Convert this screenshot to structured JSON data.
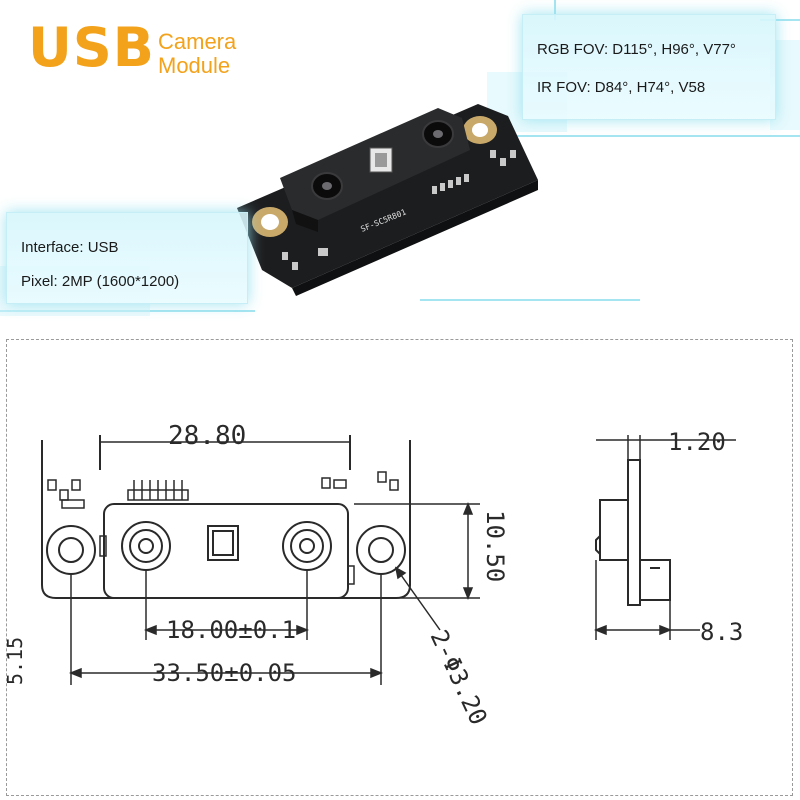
{
  "header": {
    "brand_text": "USB",
    "subtitle_line1": "Camera",
    "subtitle_line2": "Module"
  },
  "specs_rgb": {
    "rgb_fov": "RGB FOV: D115°, H96°, V77°",
    "ir_fov": "IR FOV: D84°, H74°, V58"
  },
  "specs_interface": {
    "interface": "Interface: USB",
    "pixel": "Pixel: 2MP (1600*1200)"
  },
  "board": {
    "silkscreen": "SF-SC5R801"
  },
  "drawing": {
    "top_dim": "28.80",
    "height_dim": "10.50",
    "lens_spacing": "18.00±0.1",
    "hole_spacing": "33.50±0.05",
    "hole_dia": "2-Φ3.20",
    "left_cut": "5.15",
    "side_thickness": "1.20",
    "side_depth": "8.3"
  },
  "colors": {
    "accent_orange": "#f3a21b",
    "glow_cyan": "#9fe6f3",
    "line": "#2a2a2a"
  }
}
